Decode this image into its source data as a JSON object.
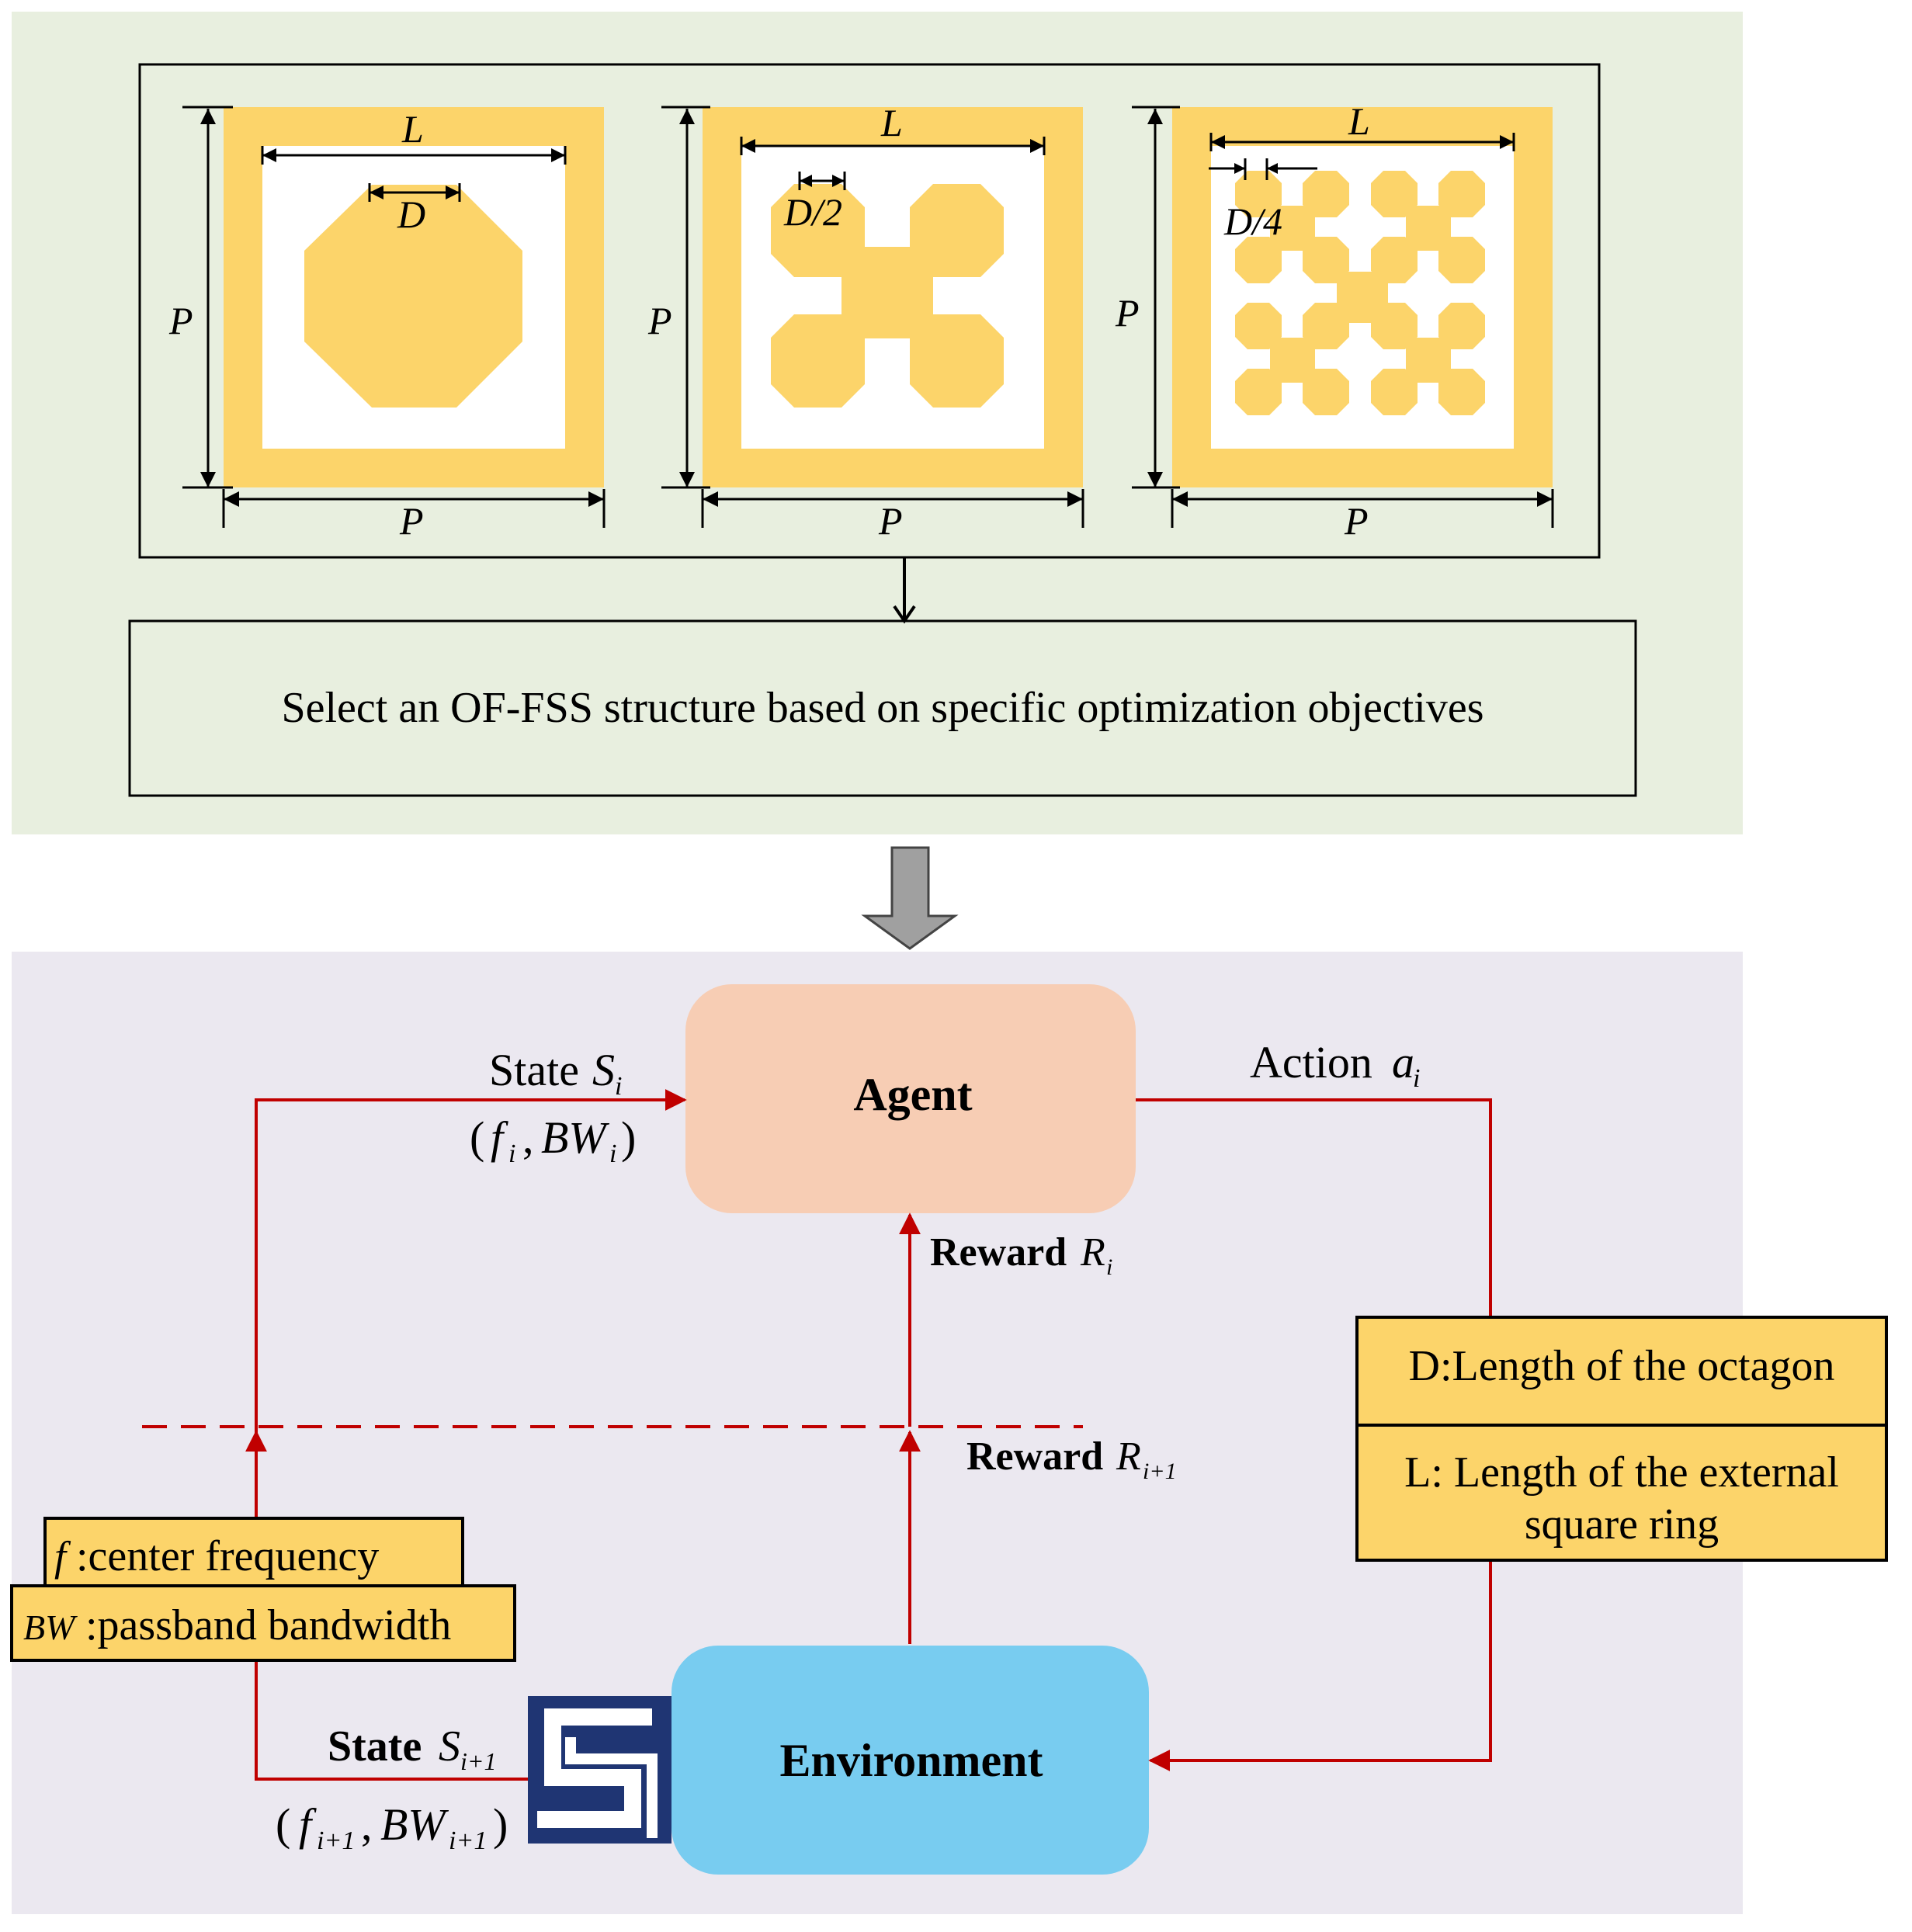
{
  "top_panel": {
    "fss_labels": {
      "L": "L",
      "P": "P",
      "D": "D",
      "D2": "D/2",
      "D4": "D/4"
    },
    "select_text": "Select an OF-FSS structure based on specific optimization objectives"
  },
  "rl_panel": {
    "agent_label": "Agent",
    "environment_label": "Environment",
    "state_label": "State",
    "state_symbol": "S",
    "state_sub": "i",
    "state_tuple": {
      "f": "f",
      "i": "i",
      "BW": "BW",
      "i2": "i"
    },
    "action_label": "Action",
    "action_symbol": "a",
    "action_sub": "i",
    "reward_label": "Reward",
    "reward_symbol": "R",
    "reward_sub": "i",
    "reward_next_label": "Reward",
    "reward_next_symbol": "R",
    "reward_next_sub": "i+1",
    "state_next_label": "State",
    "state_next_symbol": "S",
    "state_next_sub": "i+1",
    "state_next_tuple": {
      "f": "f",
      "i": "i+1",
      "BW": "BW",
      "i2": "i+1"
    },
    "legend_f_symbol": "f",
    "legend_f_text": ":center frequency",
    "legend_bw_symbol": "BW",
    "legend_bw_text": ":passband bandwidth",
    "action_box_d": "D:Length of the octagon",
    "action_box_l_line1": "L: Length of the  external",
    "action_box_l_line2": "square ring"
  },
  "colors": {
    "top_bg": "#e8efdf",
    "bottom_bg": "#ebe8f0",
    "gold": "#fcd46a",
    "agent_fill": "#f7cdb4",
    "env_fill": "#78ccf0",
    "red_line": "#c00000",
    "logo_blue": "#1f3573"
  }
}
